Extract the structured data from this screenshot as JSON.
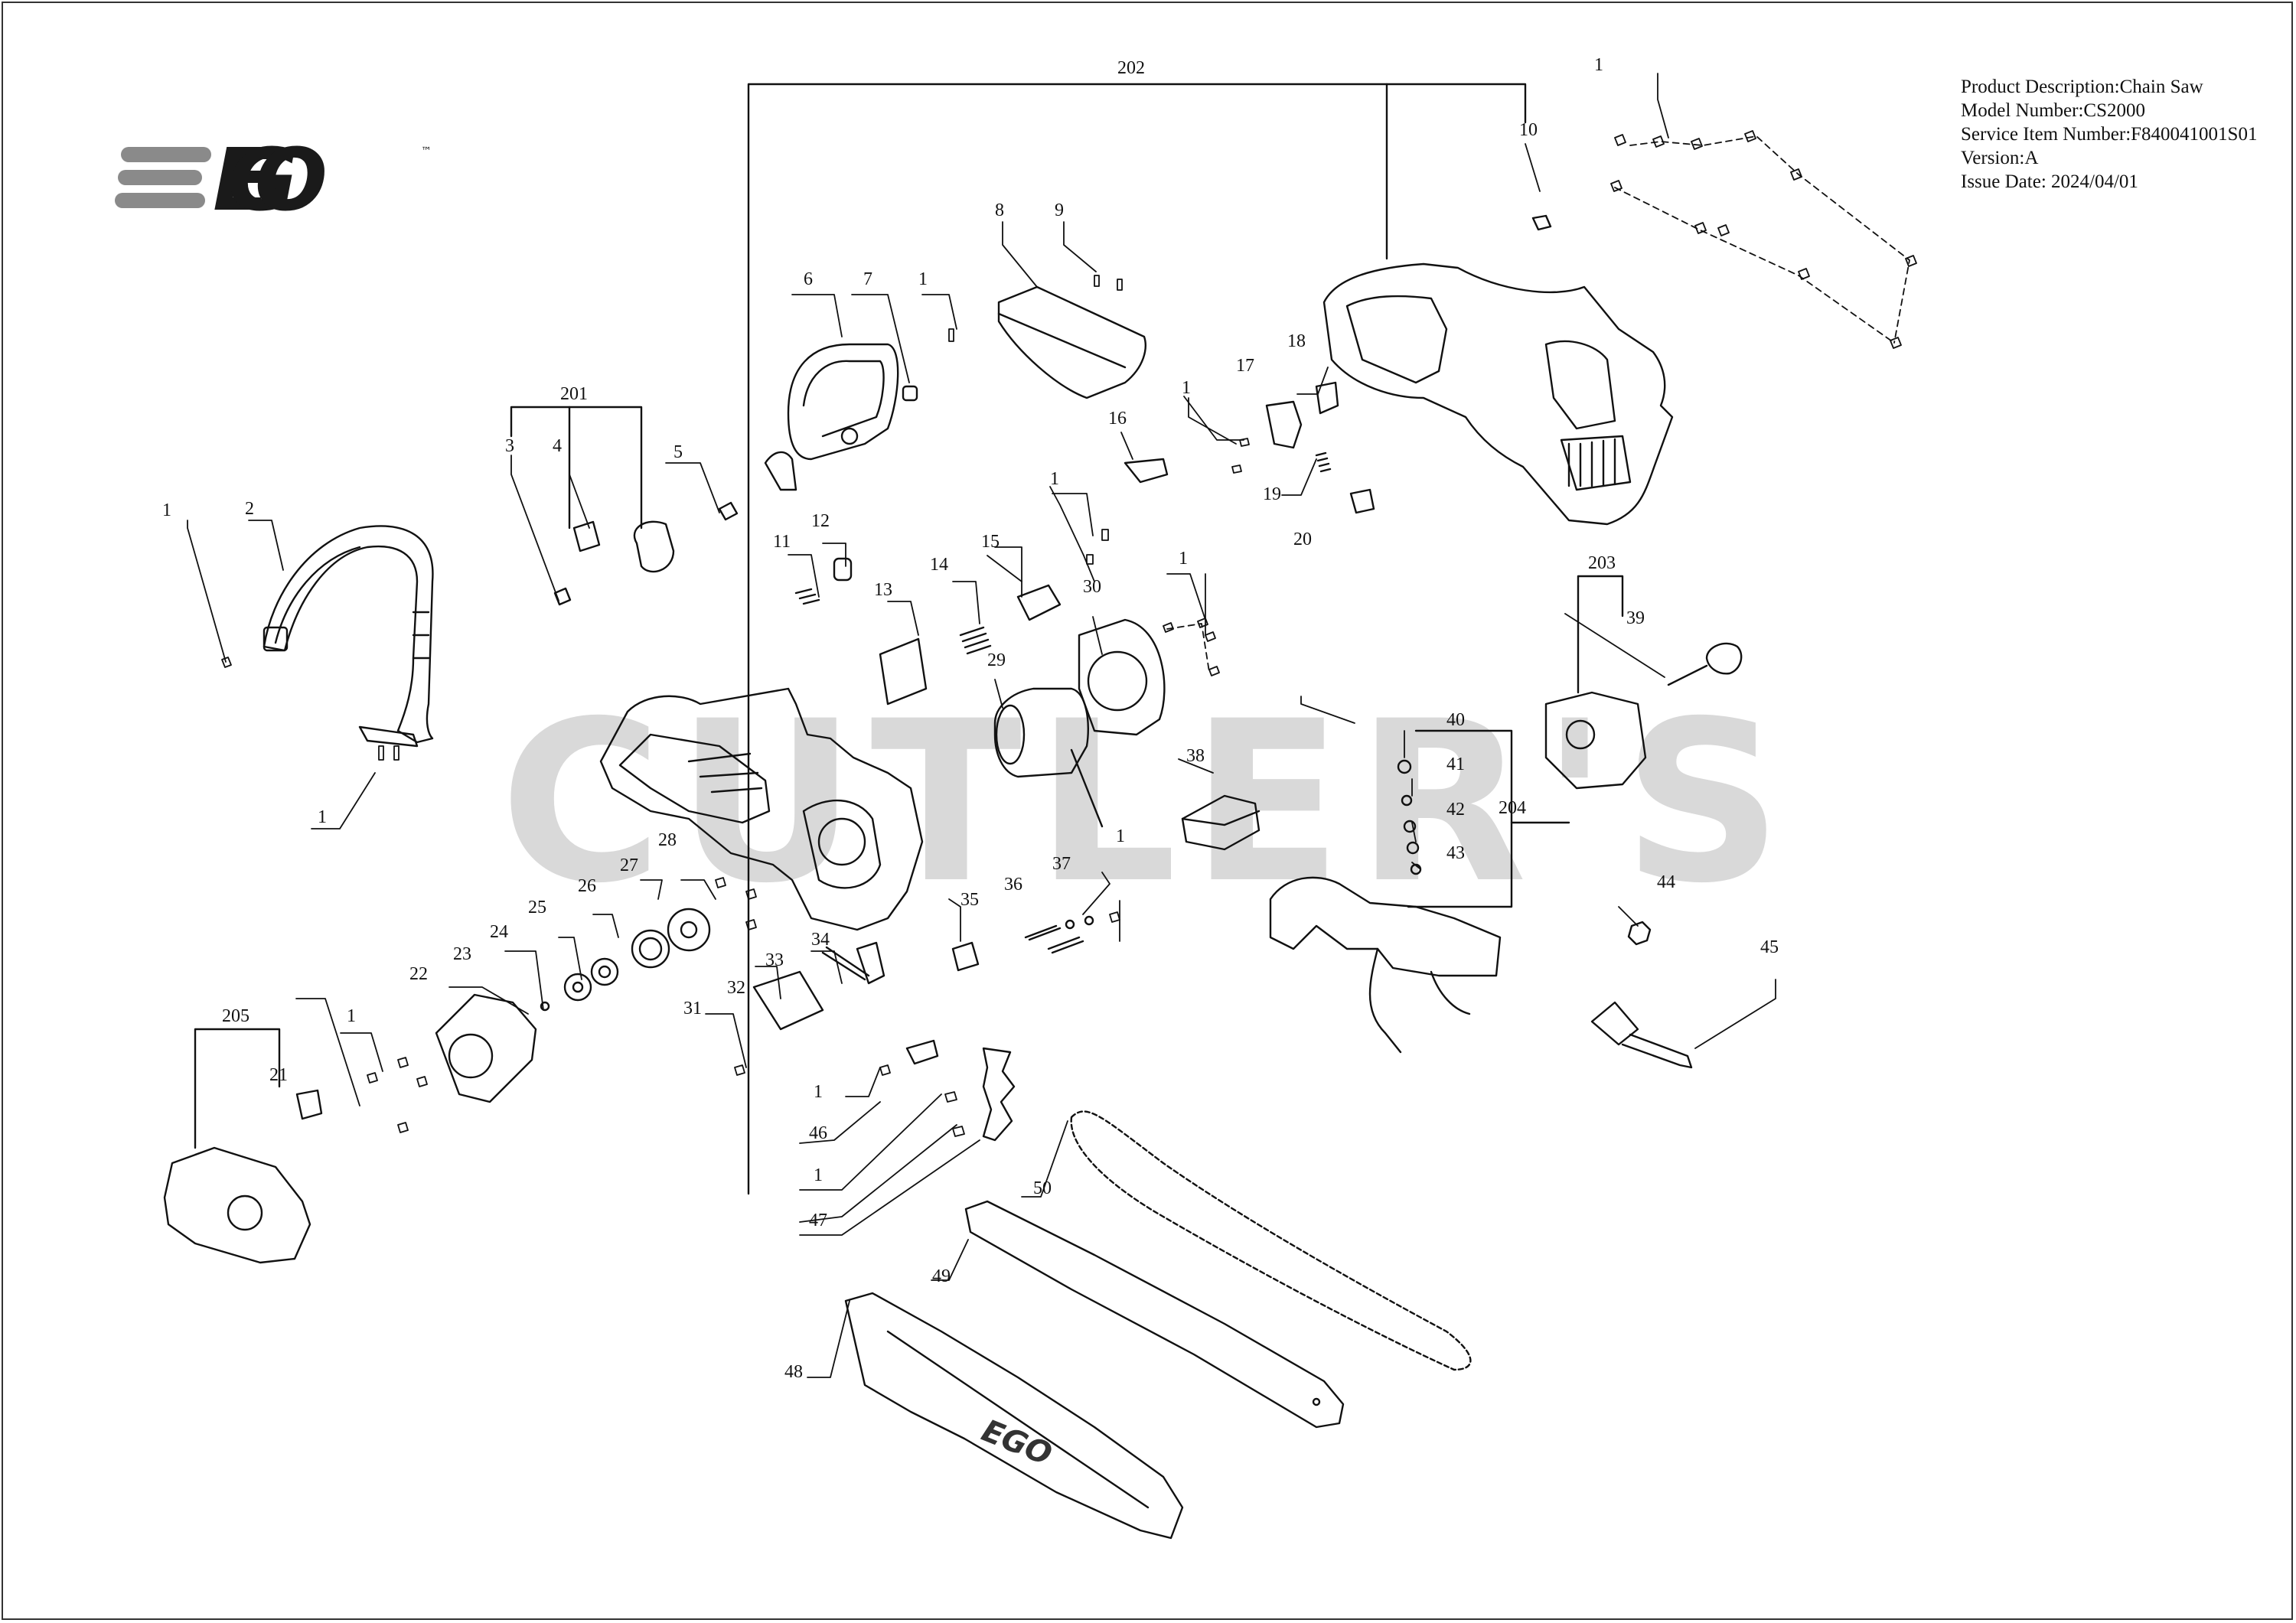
{
  "brand": {
    "logo_text": "EGO",
    "trademark": "™"
  },
  "watermark": "CUTLER'S",
  "info": {
    "product_description": "Product Description:Chain Saw",
    "model_number": "Model Number:CS2000",
    "service_item_number": "Service Item Number:F840041001S01",
    "version": "Version:A",
    "issue_date": "Issue Date: 2024/04/01"
  },
  "bar_logo": "EGO",
  "callouts": [
    "202",
    "201",
    "203",
    "204",
    "205",
    "1",
    "2",
    "3",
    "4",
    "5",
    "6",
    "7",
    "8",
    "9",
    "10",
    "11",
    "12",
    "13",
    "14",
    "15",
    "16",
    "17",
    "18",
    "19",
    "20",
    "21",
    "22",
    "23",
    "24",
    "25",
    "26",
    "27",
    "28",
    "29",
    "30",
    "31",
    "32",
    "33",
    "34",
    "35",
    "36",
    "37",
    "38",
    "39",
    "40",
    "41",
    "42",
    "43",
    "44",
    "45",
    "46",
    "47",
    "48",
    "49",
    "50"
  ],
  "colors": {
    "line": "#111111",
    "logo_gray": "#8a8a8a",
    "logo_dark": "#1a1a1a",
    "watermark": "#d9d9d9"
  }
}
